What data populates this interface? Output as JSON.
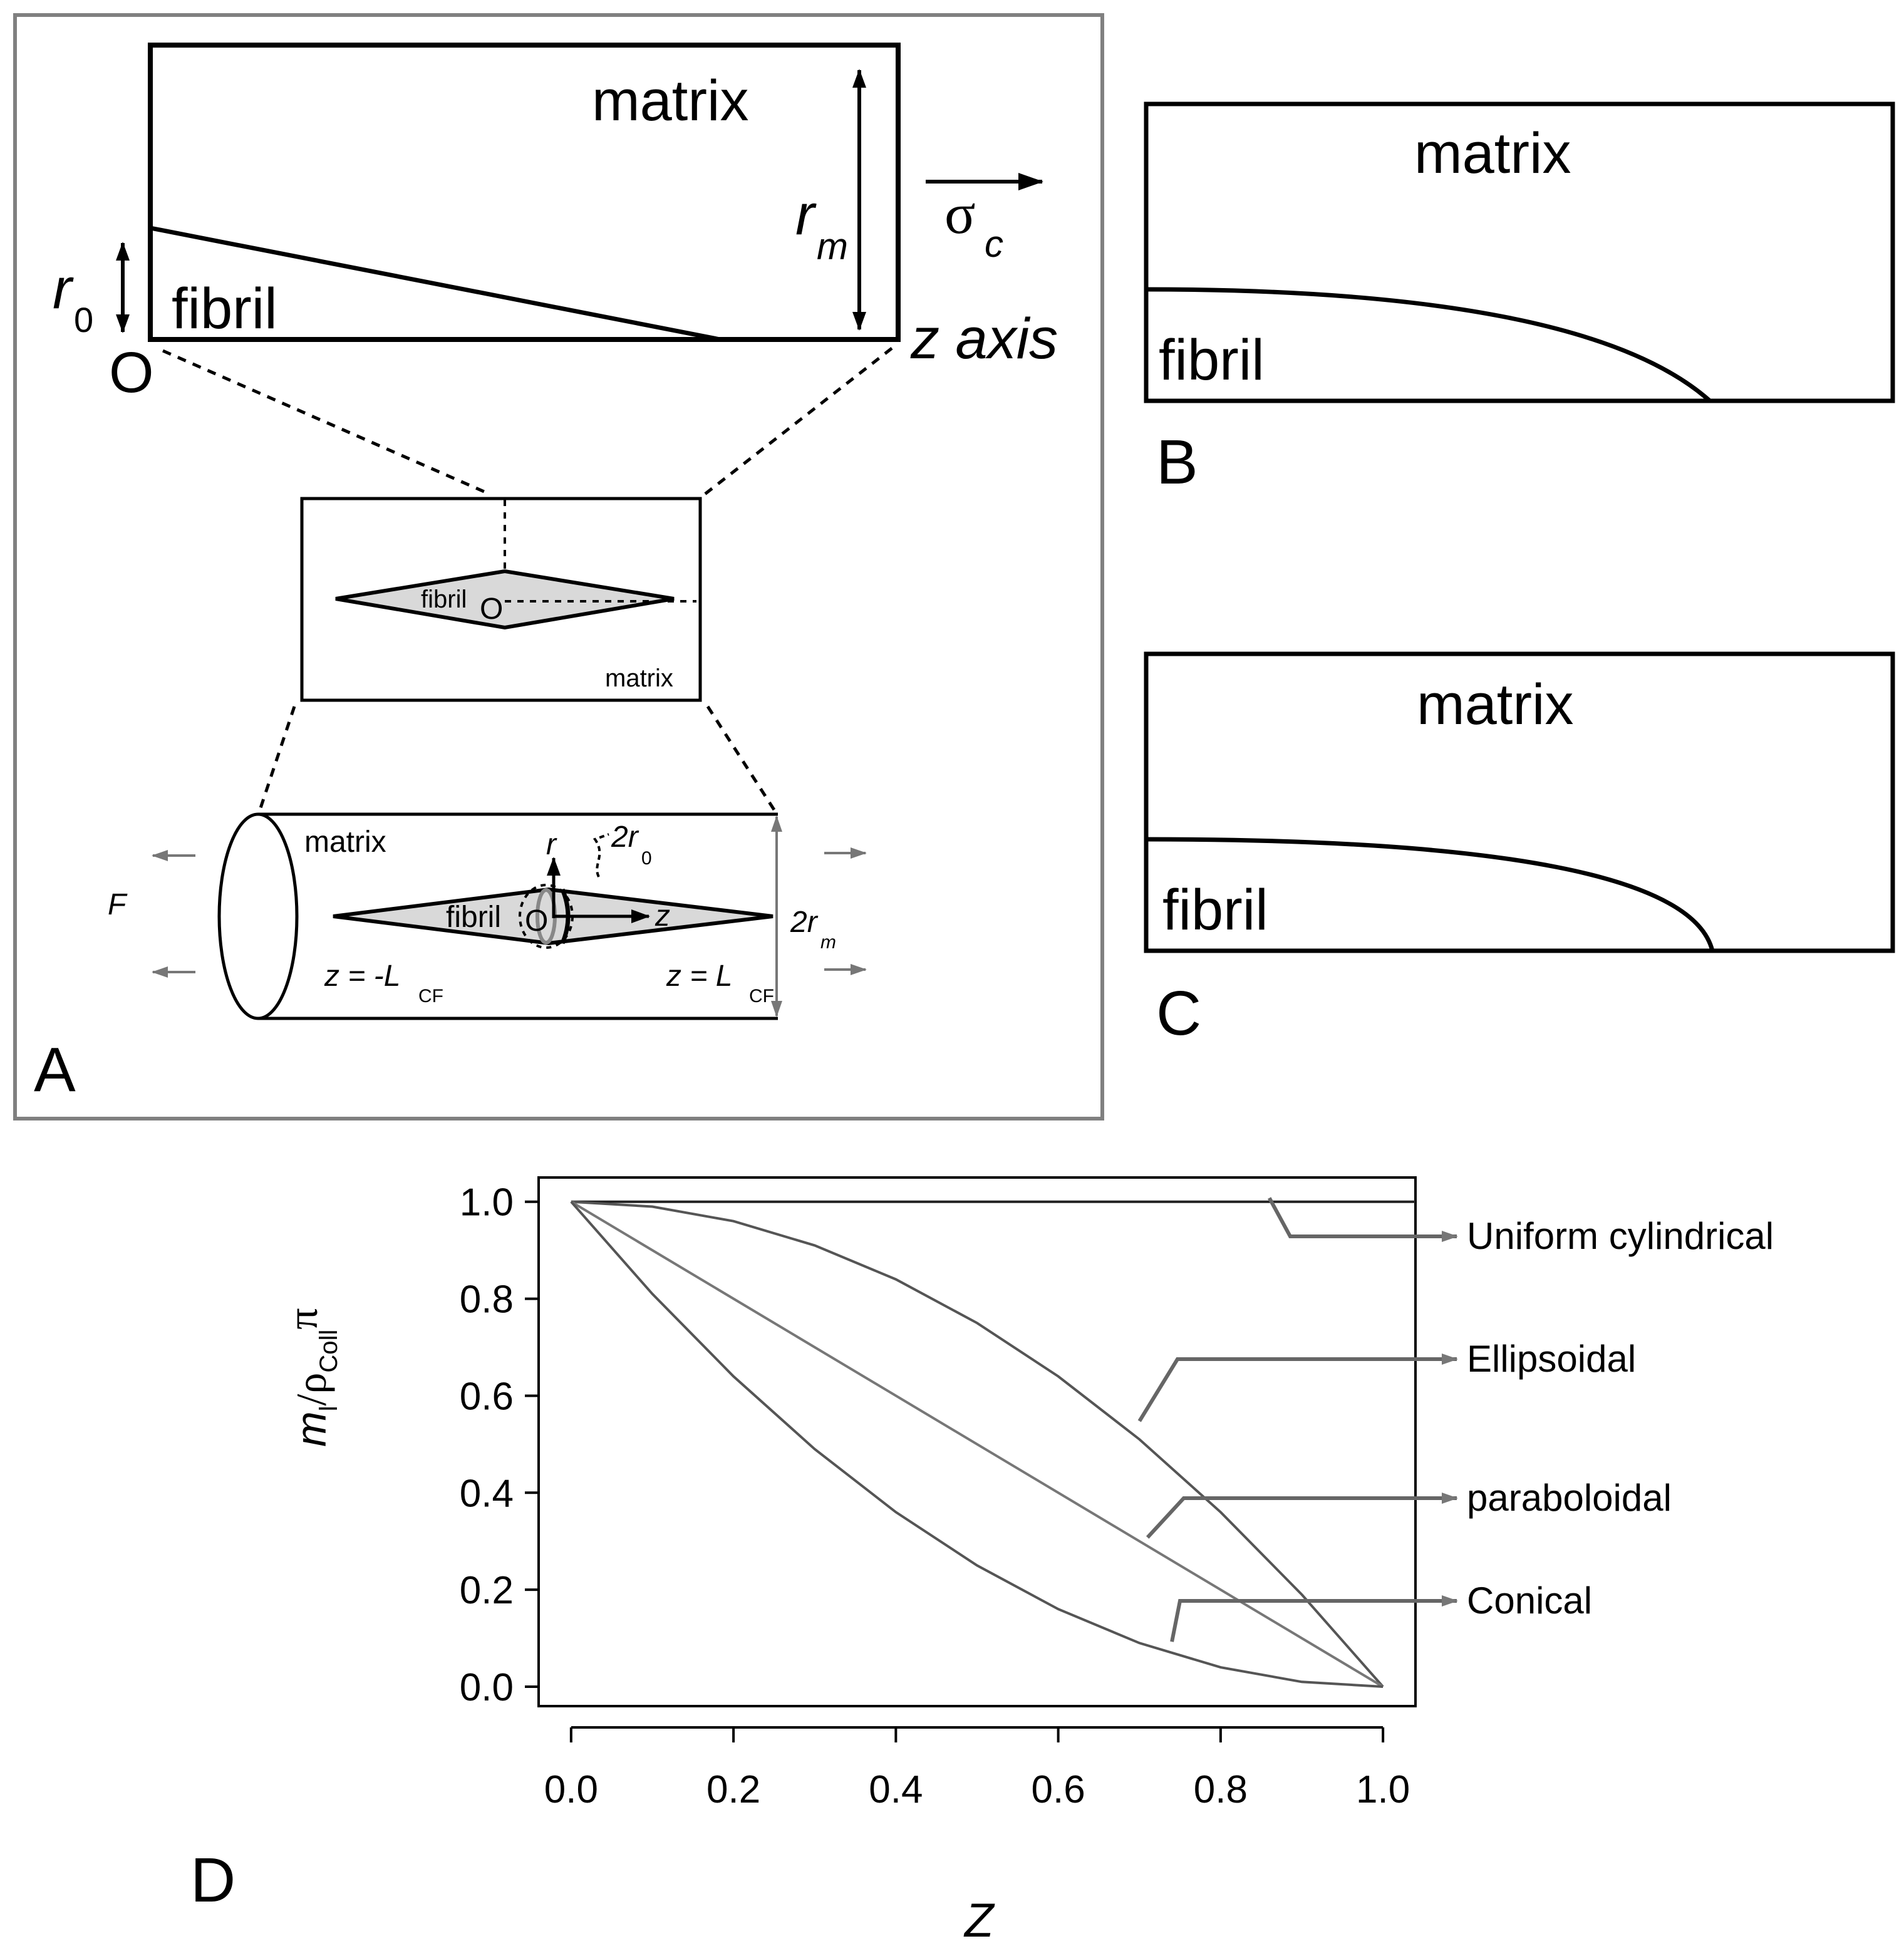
{
  "panel_a": {
    "letter": "A",
    "top": {
      "matrix": "matrix",
      "fibril": "fibril",
      "r0_main": "r",
      "r0_sub": "0",
      "rm_main": "r",
      "rm_sub": "m",
      "sigma_main": "σ",
      "sigma_sub": "c",
      "origin": "O",
      "z_axis": "z axis"
    },
    "middle": {
      "fibril": "fibril",
      "origin": "O",
      "matrix": "matrix"
    },
    "bottom": {
      "matrix": "matrix",
      "fibril": "fibril",
      "origin": "O",
      "force": "F",
      "r_label": "r",
      "two_r0_main": "2r",
      "two_r0_sub": "0",
      "z_label": "z",
      "two_rm_main": "2r",
      "two_rm_sub": "m",
      "z_neg_main": "z = -L",
      "z_neg_sub": "CF",
      "z_pos_main": "z = L",
      "z_pos_sub": "CF"
    }
  },
  "panel_b": {
    "letter": "B",
    "matrix": "matrix",
    "fibril": "fibril"
  },
  "panel_c": {
    "letter": "C",
    "matrix": "matrix",
    "fibril": "fibril"
  },
  "panel_d": {
    "letter": "D"
  },
  "chart_data": {
    "type": "line",
    "xlabel": "Z",
    "ylabel_parts": {
      "m": "m",
      "m_sub": "l",
      "slash_rho": "/ρ",
      "rho_sub": "Coll",
      "pi": "π"
    },
    "xlim": [
      -0.04,
      1.04
    ],
    "ylim": [
      -0.04,
      1.05
    ],
    "x_ticks": [
      "0.0",
      "0.2",
      "0.4",
      "0.6",
      "0.8",
      "1.0"
    ],
    "y_ticks": [
      "0.0",
      "0.2",
      "0.4",
      "0.6",
      "0.8",
      "1.0"
    ],
    "series": [
      {
        "name": "Uniform cylindrical",
        "x": [
          0.0,
          1.04
        ],
        "y": [
          1.0,
          1.0
        ],
        "color": "#222222"
      },
      {
        "name": "Ellipsoidal",
        "x": [
          0.0,
          0.1,
          0.2,
          0.3,
          0.4,
          0.5,
          0.6,
          0.7,
          0.8,
          0.9,
          1.0
        ],
        "y": [
          1.0,
          0.99,
          0.96,
          0.91,
          0.84,
          0.75,
          0.64,
          0.51,
          0.36,
          0.19,
          0.0
        ],
        "color": "#555555"
      },
      {
        "name": "paraboloidal",
        "x": [
          0.0,
          1.0
        ],
        "y": [
          1.0,
          0.0
        ],
        "color": "#777777"
      },
      {
        "name": "Conical",
        "x": [
          0.0,
          0.1,
          0.2,
          0.3,
          0.4,
          0.5,
          0.6,
          0.7,
          0.8,
          0.9,
          1.0
        ],
        "y": [
          1.0,
          0.81,
          0.64,
          0.49,
          0.36,
          0.25,
          0.16,
          0.09,
          0.04,
          0.01,
          0.0
        ],
        "color": "#555555"
      }
    ],
    "annotations": [
      {
        "text": "Uniform cylindrical",
        "target": [
          0.86,
          1.0
        ]
      },
      {
        "text": "Ellipsoidal",
        "target": [
          0.7,
          0.54
        ]
      },
      {
        "text": "paraboloidal",
        "target": [
          0.71,
          0.3
        ]
      },
      {
        "text": "Conical",
        "target": [
          0.74,
          0.085
        ]
      }
    ]
  }
}
